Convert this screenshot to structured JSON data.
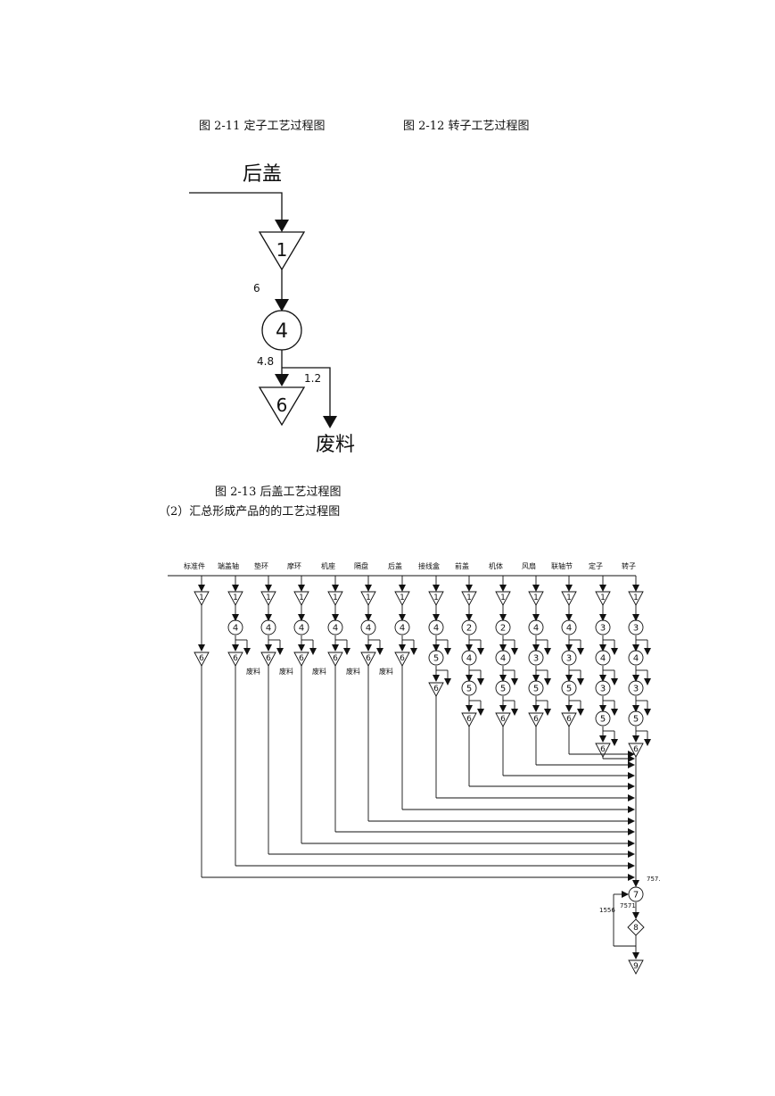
{
  "captions": {
    "fig_2_11": "图 2-11 定子工艺过程图",
    "fig_2_12": "图 2-12   转子工艺过程图",
    "fig_2_13": "图 2-13   后盖工艺过程图",
    "section_2": "（2）汇总形成产品的的工艺过程图"
  },
  "rear_cover_diagram": {
    "input_label": "后盖",
    "op1": "1",
    "qty_after_op1": "6",
    "op2": "4",
    "qty_good": "4.8",
    "qty_scrap": "1.2",
    "op3": "6",
    "scrap_label": "废料"
  },
  "summary_diagram": {
    "part_labels": [
      "标准件",
      "端盖轴",
      "垫环",
      "摩环",
      "机座",
      "隔盘",
      "后盖",
      "接线盒",
      "前盖",
      "机体",
      "风扇",
      "联轴节",
      "定子",
      "转子"
    ],
    "col_ops": [
      [
        "1",
        "6"
      ],
      [
        "1",
        "4",
        "6"
      ],
      [
        "1",
        "4",
        "6"
      ],
      [
        "1",
        "4",
        "6"
      ],
      [
        "1",
        "4",
        "6"
      ],
      [
        "1",
        "4",
        "6"
      ],
      [
        "1",
        "4",
        "6"
      ],
      [
        "1",
        "4",
        "5",
        "6"
      ],
      [
        "1",
        "2",
        "4",
        "5",
        "6"
      ],
      [
        "1",
        "2",
        "4",
        "5",
        "6"
      ],
      [
        "1",
        "4",
        "3",
        "5",
        "6"
      ],
      [
        "1",
        "4",
        "3",
        "5",
        "6"
      ],
      [
        "1",
        "3",
        "4",
        "3",
        "5",
        "6"
      ],
      [
        "1",
        "3",
        "4",
        "3",
        "5",
        "6"
      ]
    ],
    "scrap_label": "废料",
    "final_ops": [
      "7",
      "8",
      "9"
    ],
    "final_values": [
      "757.",
      "7571",
      "1556"
    ]
  }
}
